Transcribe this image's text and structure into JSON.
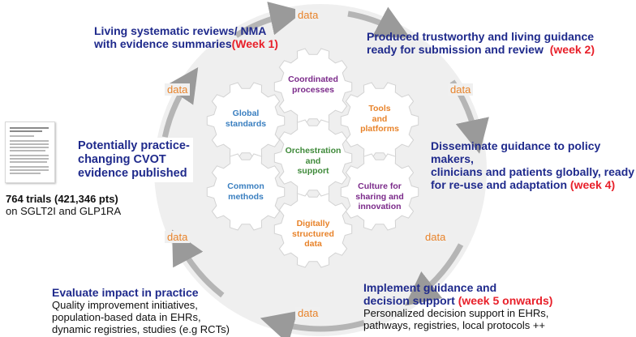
{
  "stages": {
    "living_reviews": {
      "line1": "Living systematic reviews/ NMA",
      "line2": "with evidence summaries",
      "week": "(Week 1)"
    },
    "produced_guidance": {
      "line1": "Produced trustworthy and living guidance",
      "line2": "ready for submission and review",
      "week": "(week 2)"
    },
    "disseminate": {
      "line1": "Disseminate guidance to policy makers,",
      "line2": "clinicians and patients globally, ready",
      "line3": "for re-use and adaptation",
      "week": "(week 4)"
    },
    "implement": {
      "line1": "Implement guidance and",
      "line2": "decision support",
      "week": "(week 5 onwards)",
      "detail1": "Personalized decision support in EHRs,",
      "detail2": "pathways, registries, local protocols ++"
    },
    "evaluate": {
      "line1": "Evaluate impact in practice",
      "detail1": "Quality improvement initiatives,",
      "detail2": "population-based data in EHRs,",
      "detail3": "dynamic registries, studies (e.g RCTs)"
    },
    "cvot": {
      "line1": "Potentially practice-",
      "line2": "changing CVOT",
      "line3": "evidence published"
    },
    "trials": {
      "count": "764 trials (421,346 pts)",
      "scope": "on SGLT2I and GLP1RA"
    }
  },
  "data_label": "data",
  "gears": {
    "coordinated": [
      "Coordinated",
      "processes"
    ],
    "global": [
      "Global",
      "standards"
    ],
    "tools": [
      "Tools",
      "and",
      "platforms"
    ],
    "orchestration": [
      "Orchestration",
      "and",
      "support"
    ],
    "common": [
      "Common",
      "methods"
    ],
    "culture": [
      "Culture for",
      "sharing and",
      "innovation"
    ],
    "digital": [
      "Digitally",
      "structured",
      "data"
    ]
  },
  "colors": {
    "heading_blue": "#1f2a8c",
    "week_red": "#e8202a",
    "data_orange": "#e8832a",
    "purple": "#7b2a8a",
    "teal_blue": "#3a7fc0",
    "green": "#3f8a3a",
    "orange": "#e8832a",
    "circle_bg": "#efefef",
    "arrow_gray": "#b5b5b5"
  }
}
